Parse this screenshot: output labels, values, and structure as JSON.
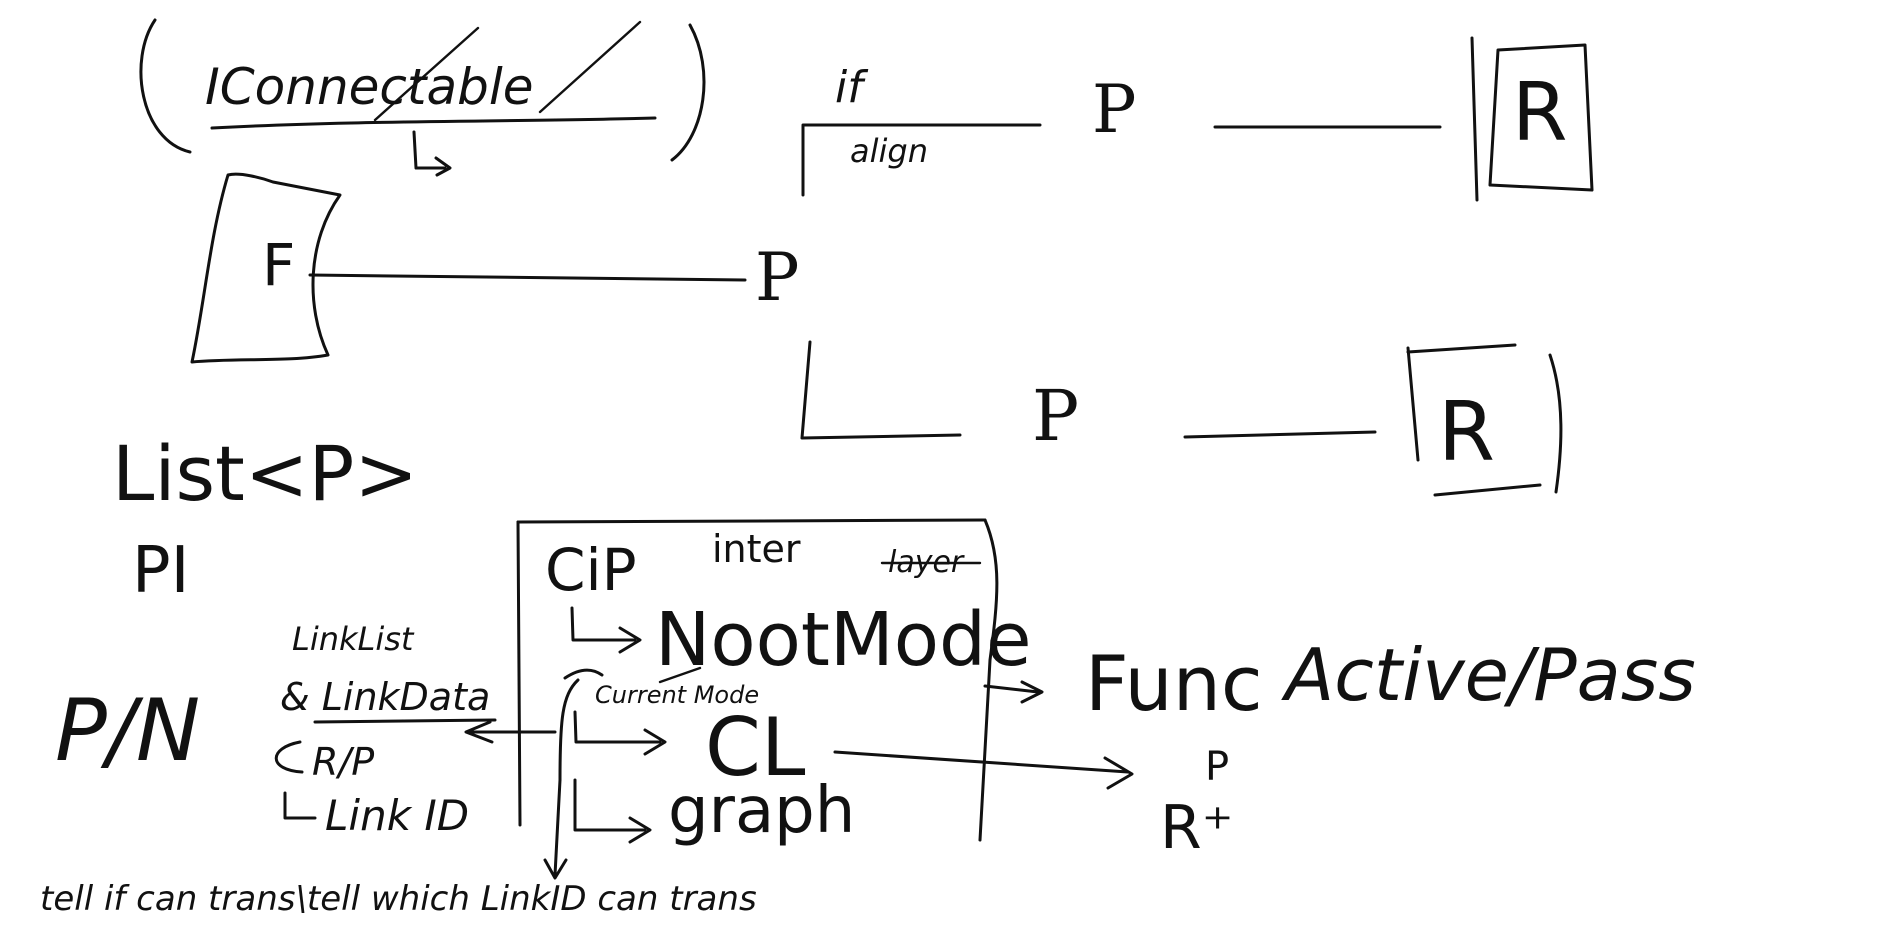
{
  "labels": {
    "iconnectable": "IConnectable",
    "if_label": "if",
    "align_label": "align",
    "p_top": "P",
    "r_top": "R",
    "f_label": "F",
    "p_mid": "P",
    "p_bottom": "P",
    "r_bottom": "R",
    "list_p": "List<P>",
    "pi": "PI",
    "pn": "P/N",
    "linklist": "LinkList",
    "linkdata": "& LinkData",
    "rp": "R/P",
    "linkid": "Link ID",
    "cip": "CiP",
    "inter": "inter",
    "layer": "layer",
    "nootmode": "NootMode",
    "current_mode": "Current Mode",
    "cl": "CL",
    "graph": "graph",
    "func": "Func",
    "active_pass": "Active/Pass",
    "p_right": "P",
    "r_plus": "R⁺",
    "bottom_note": "tell if can trans\\tell which LinkID can trans"
  },
  "colors": {
    "ink": "#111111",
    "background": "#ffffff"
  }
}
